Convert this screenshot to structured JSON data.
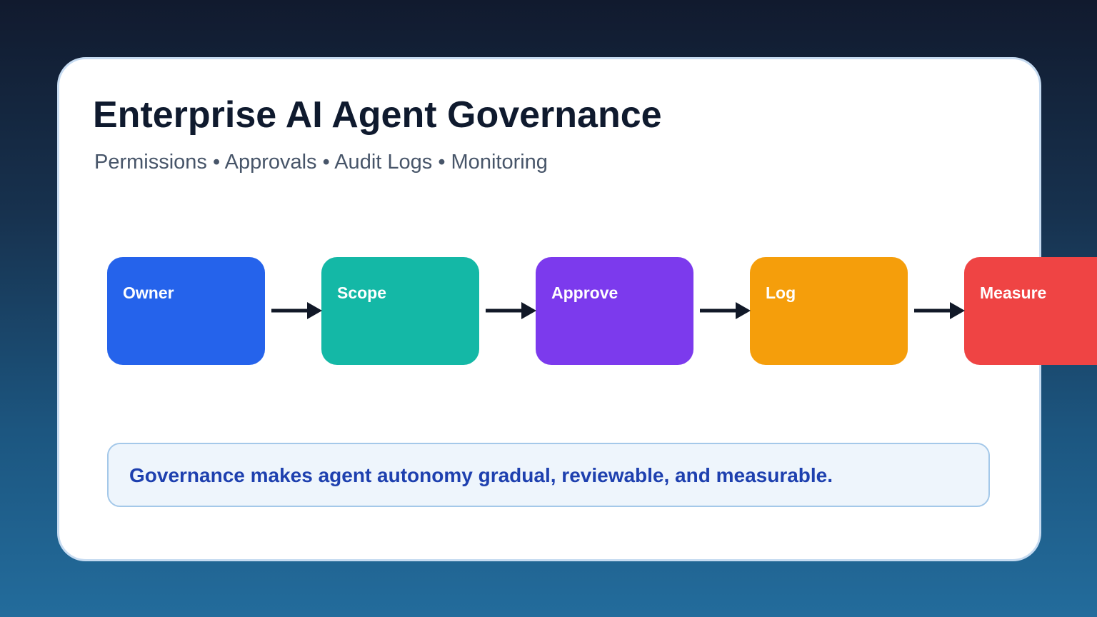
{
  "header": {
    "title": "Enterprise AI Agent Governance",
    "subtitle": "Permissions • Approvals • Audit Logs • Monitoring"
  },
  "flow": {
    "steps": [
      {
        "label": "Owner",
        "color": "#2563eb"
      },
      {
        "label": "Scope",
        "color": "#14b8a6"
      },
      {
        "label": "Approve",
        "color": "#7c3aed"
      },
      {
        "label": "Log",
        "color": "#f59e0b"
      },
      {
        "label": "Measure",
        "color": "#ef4444"
      }
    ],
    "arrow_color": "#111827"
  },
  "note": {
    "text": "Governance makes agent autonomy gradual, reviewable, and measurable."
  }
}
